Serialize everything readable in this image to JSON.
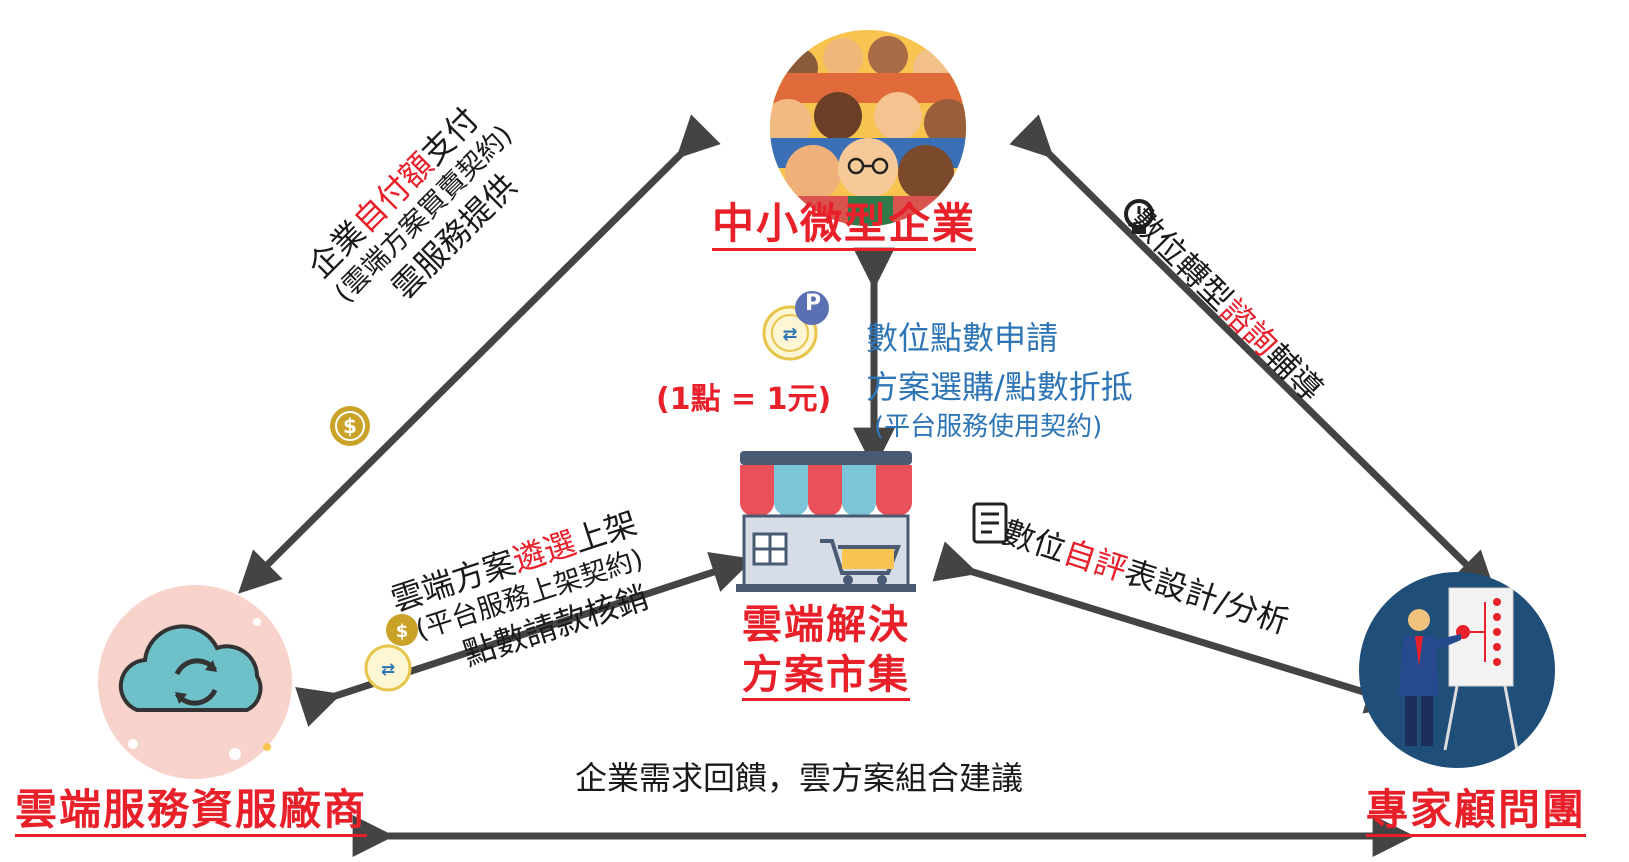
{
  "nodes": {
    "sme": {
      "title": "中小微型企業"
    },
    "market": {
      "title_line1": "雲端解決",
      "title_line2": "方案市集"
    },
    "vendor": {
      "title": "雲端服務資服廠商"
    },
    "expert": {
      "title": "專家顧問團"
    }
  },
  "links": {
    "sme_vendor": {
      "line1_a": "企業",
      "line1_b": "自付額",
      "line1_c": "支付",
      "line2": "(雲端方案買賣契約)",
      "line3": "雲服務提供"
    },
    "sme_market": {
      "line1": "數位點數申請",
      "line2": "方案選購/點數折抵",
      "line3": "(平台服務使用契約)",
      "rate": "(1點 = 1元)",
      "points_badge": "P"
    },
    "sme_expert": {
      "text_a": "數位轉型",
      "text_b": "諮詢",
      "text_c": "輔導"
    },
    "vendor_market": {
      "line1_a": "雲端方案",
      "line1_b": "遴選",
      "line1_c": "上架",
      "line2": "(平台服務上架契約)",
      "line3": "點數請款核銷"
    },
    "market_expert": {
      "text_a": "數位",
      "text_b": "自評",
      "text_c": "表設計/分析"
    },
    "vendor_expert": {
      "text": "企業需求回饋，雲方案組合建議"
    }
  },
  "colors": {
    "accent_red": "#e8202a",
    "link_blue": "#2e75b6",
    "arrow": "#444444",
    "coin": "#c9a227"
  }
}
